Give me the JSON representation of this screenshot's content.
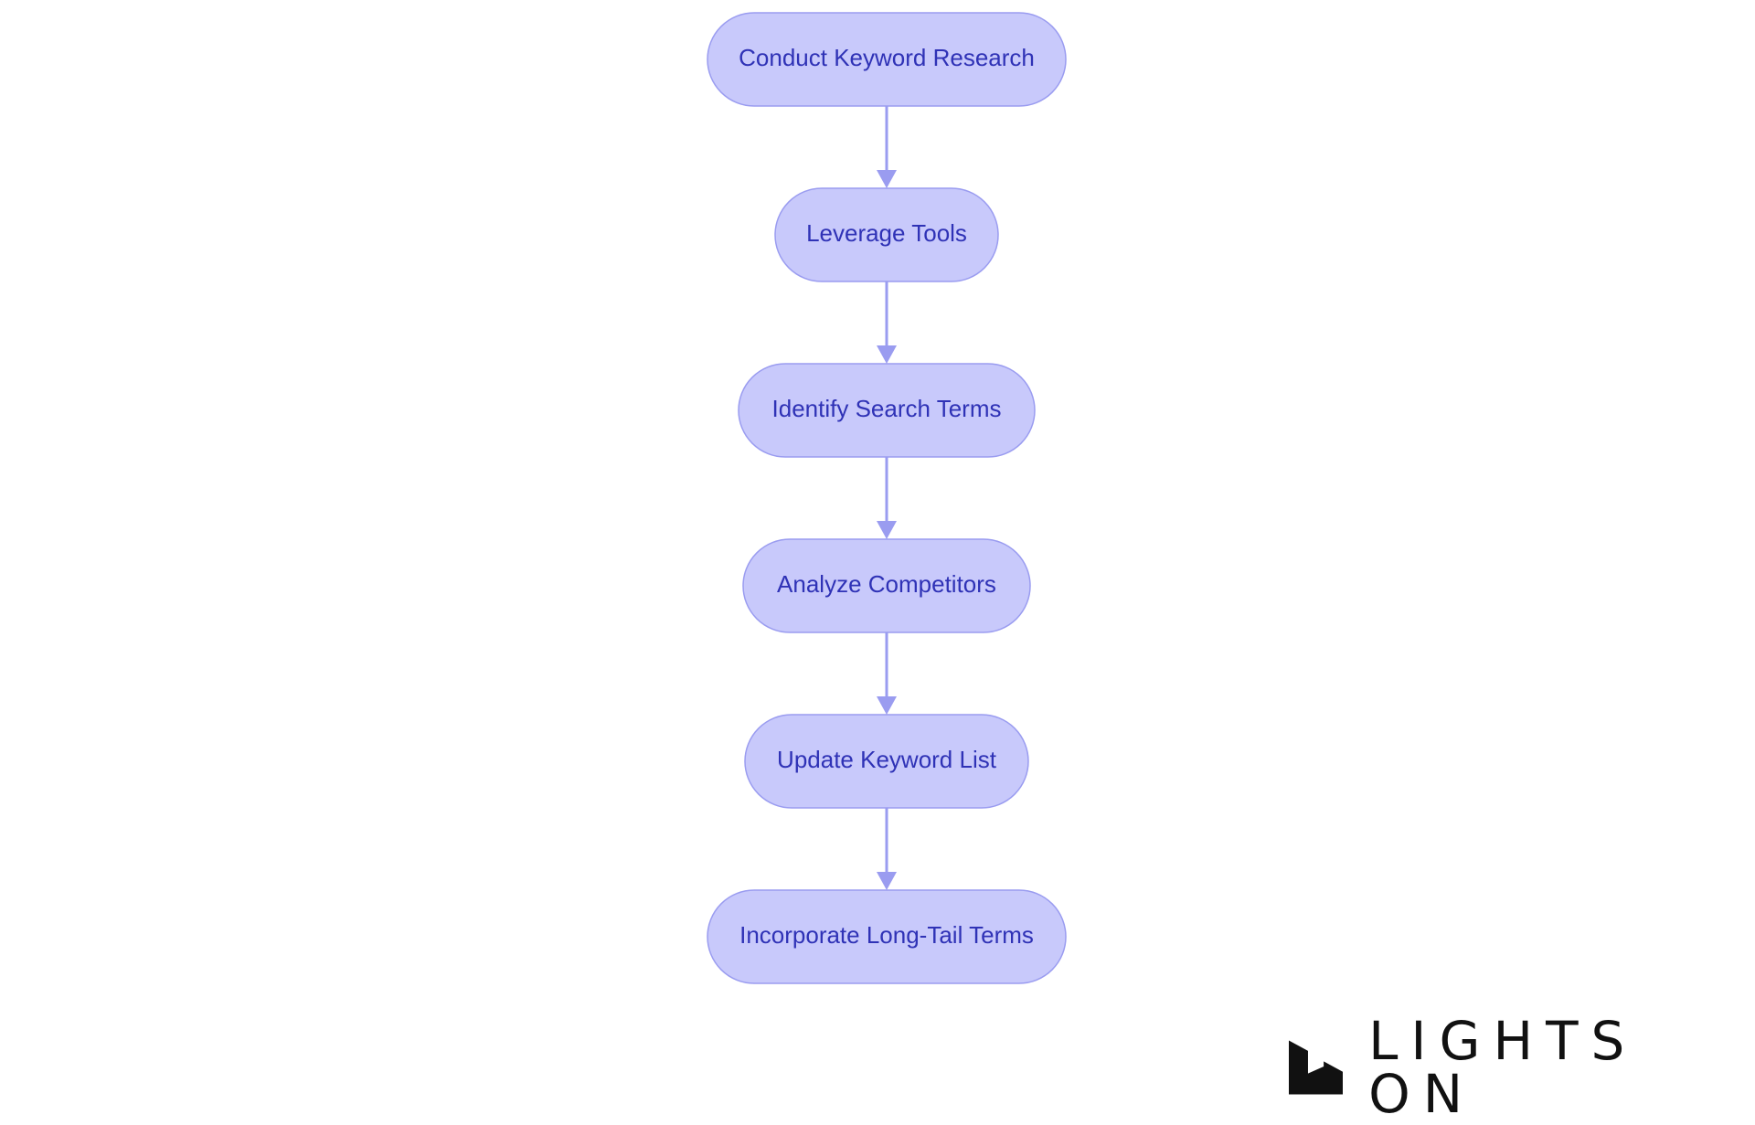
{
  "diagram": {
    "steps": [
      {
        "label": "Conduct Keyword Research"
      },
      {
        "label": "Leverage Tools"
      },
      {
        "label": "Identify Search Terms"
      },
      {
        "label": "Analyze Competitors"
      },
      {
        "label": "Update Keyword List"
      },
      {
        "label": "Incorporate Long-Tail Terms"
      }
    ],
    "colors": {
      "node_fill": "#c8c9fb",
      "node_stroke": "#9a9cf0",
      "text": "#2f32b6",
      "edge": "#9a9cf0"
    }
  },
  "brand": {
    "text": "LIGHTS ON",
    "logo_icon": "lights-on-logo-icon"
  }
}
